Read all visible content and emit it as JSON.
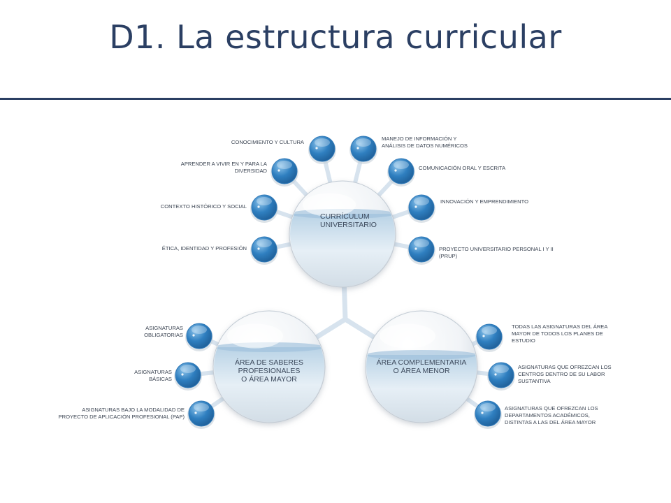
{
  "title": "D1. La estructura curricular",
  "colors": {
    "title": "#2b3f63",
    "node": "#2f79b8",
    "connector": "#d7e3ee"
  },
  "hubs": {
    "main": {
      "lines": [
        "CURRÍCULUM",
        "UNIVERSITARIO"
      ]
    },
    "major": {
      "lines": [
        "ÁREA DE SABERES",
        "PROFESIONALES",
        "O ÁREA MAYOR"
      ]
    },
    "minor": {
      "lines": [
        "ÁREA COMPLEMENTARIA",
        "O ÁREA MENOR"
      ]
    }
  },
  "main_nodes": [
    {
      "lines": [
        "CONOCIMIENTO Y CULTURA"
      ]
    },
    {
      "lines": [
        "MANEJO DE INFORMACIÓN Y",
        "ANÁLISIS DE DATOS NUMÉRICOS"
      ]
    },
    {
      "lines": [
        "APRENDER A VIVIR EN Y PARA LA",
        "DIVERSIDAD"
      ]
    },
    {
      "lines": [
        "COMUNICACIÓN ORAL Y ESCRITA"
      ]
    },
    {
      "lines": [
        "CONTEXTO HISTÓRICO Y SOCIAL"
      ]
    },
    {
      "lines": [
        "INNOVACIÓN Y EMPRENDIMIENTO"
      ]
    },
    {
      "lines": [
        "ÉTICA, IDENTIDAD Y PROFESIÓN"
      ]
    },
    {
      "lines": [
        "PROYECTO UNIVERSITARIO PERSONAL I Y II",
        "(PRUP)"
      ]
    }
  ],
  "major_nodes": [
    {
      "lines": [
        "ASIGNATURAS",
        "OBLIGATORIAS"
      ]
    },
    {
      "lines": [
        "ASIGNATURAS",
        "BÁSICAS"
      ]
    },
    {
      "lines": [
        "ASIGNATURAS BAJO LA MODALIDAD DE",
        "PROYECTO DE APLICACIÓN PROFESIONAL (PAP)"
      ]
    }
  ],
  "minor_nodes": [
    {
      "lines": [
        "TODAS LAS ASIGNATURAS DEL ÁREA",
        "MAYOR DE TODOS LOS PLANES DE",
        "ESTUDIO"
      ]
    },
    {
      "lines": [
        "ASIGNATURAS QUE OFREZCAN LOS",
        "CENTROS DENTRO DE SU LABOR",
        "SUSTANTIVA"
      ]
    },
    {
      "lines": [
        "ASIGNATURAS QUE OFREZCAN LOS",
        "DEPARTAMENTOS ACADÉMICOS,",
        "DISTINTAS A LAS DEL ÁREA MAYOR"
      ]
    }
  ]
}
